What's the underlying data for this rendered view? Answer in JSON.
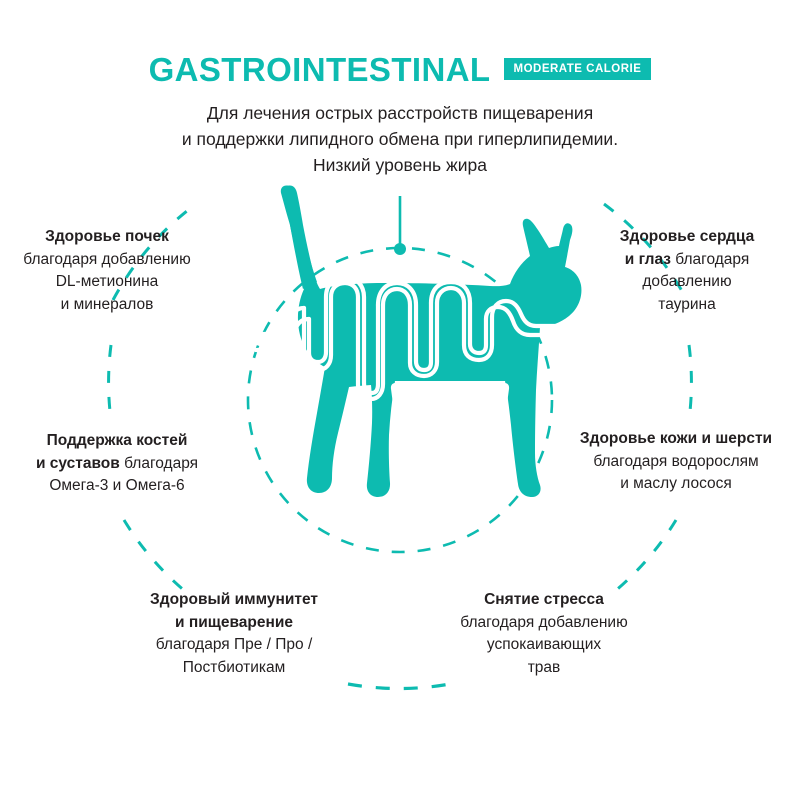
{
  "header": {
    "title": "GASTROINTESTINAL",
    "badge": "MODERATE CALORIE",
    "subtitle_line1": "Для лечения острых расстройств пищеварения",
    "subtitle_line2": "и поддержки липидного обмена при гиперлипидемии.",
    "subtitle_line3": "Низкий уровень жира"
  },
  "colors": {
    "teal": "#0dbbb0",
    "text": "#231f20",
    "background": "#ffffff"
  },
  "center": {
    "animal_icon": "cat-silhouette-icon",
    "organ_icon": "intestine-icon"
  },
  "callouts": [
    {
      "id": "kidney",
      "icon": "kidney-health-callout",
      "bold": "Здоровье почек",
      "line2": "благодаря добавлению",
      "line3": "DL-метионина",
      "line4": "и минералов"
    },
    {
      "id": "bones",
      "icon": "bone-joint-support-callout",
      "bold1": "Поддержка костей",
      "bold2": "и суставов",
      "after_bold2": " благодаря",
      "line3": "Омега-3 и Омега-6"
    },
    {
      "id": "heart",
      "icon": "heart-eye-health-callout",
      "bold1": "Здоровье сердца",
      "bold2": "и глаз",
      "after_bold2": " благодаря",
      "line3": "добавлению",
      "line4": "таурина"
    },
    {
      "id": "skin",
      "icon": "skin-coat-health-callout",
      "bold": "Здоровье кожи и шерсти",
      "line2": "благодаря водорослям",
      "line3": "и маслу лосося"
    },
    {
      "id": "immunity",
      "icon": "immunity-digestion-callout",
      "bold1": "Здоровый иммунитет",
      "bold2": "и пищеварение",
      "line3": "благодаря Пре / Про /",
      "line4": "Постбиотикам"
    },
    {
      "id": "stress",
      "icon": "stress-relief-callout",
      "bold": "Снятие стресса",
      "line2": "благодаря добавлению",
      "line3": "успокаивающих",
      "line4": "трав"
    }
  ]
}
